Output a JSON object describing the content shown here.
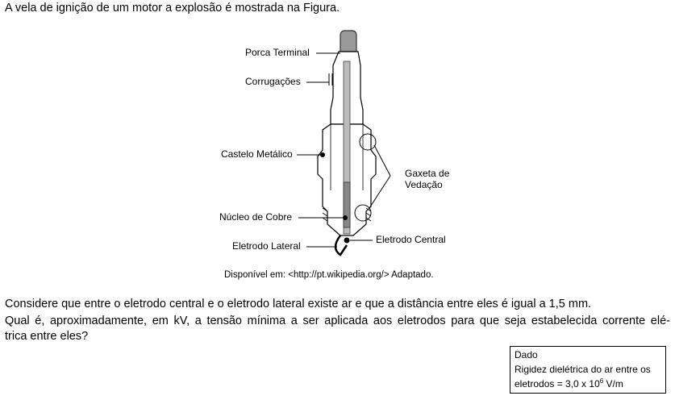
{
  "intro": "A vela de ignição de um motor a explosão é mostrada na Figura.",
  "figure": {
    "labels": {
      "porca_terminal": "Porca Terminal",
      "corrugacoes": "Corrugações",
      "castelo_metalico": "Castelo Metálico",
      "gaxeta_line1": "Gaxeta de",
      "gaxeta_line2": "Vedação",
      "nucleo_de_cobre": "Núcleo de Cobre",
      "eletrodo_lateral": "Eletrodo Lateral",
      "eletrodo_central": "Eletrodo Central"
    },
    "caption": "Disponível em: <http://pt.wikipedia.org/> Adaptado."
  },
  "question": {
    "line1": "Considere que entre o eletrodo central e o eletrodo lateral existe ar e que a distância entre eles é igual a 1,5 mm.",
    "line2": "Qual é, aproximadamente, em kV, a tensão mínima a ser aplicada aos eletrodos para que seja estabelecida corrente elé-",
    "line3": "trica entre eles?"
  },
  "dado": {
    "title": "Dado",
    "line1": "Rigidez dielétrica do ar entre os",
    "line2_prefix": "eletrodos = 3,0 x 10",
    "line2_exp": "6",
    "line2_suffix": " V/m"
  }
}
